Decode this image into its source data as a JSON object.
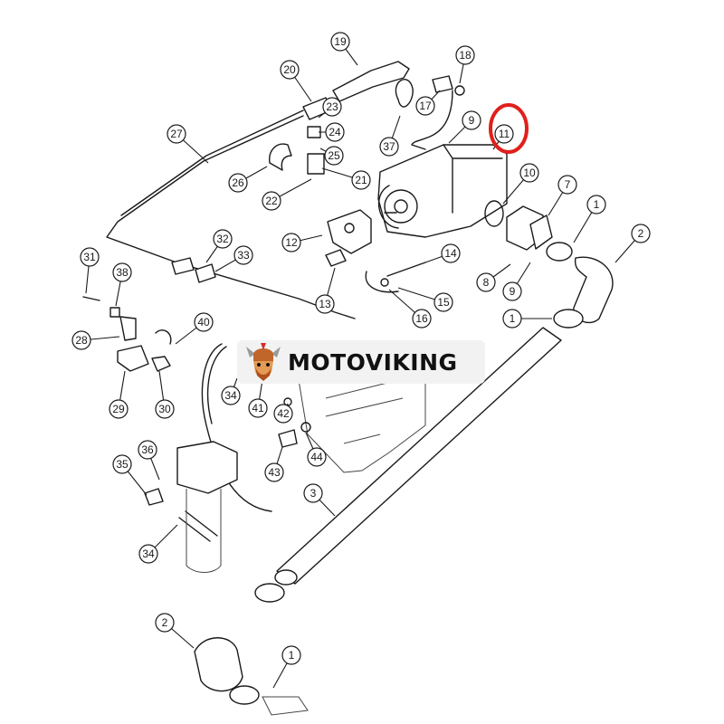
{
  "brand": {
    "name": "MOTOVIKING",
    "colors": {
      "text": "#111111",
      "banner": "#f2f2f2",
      "highlight": "#e0201b"
    }
  },
  "callouts": [
    {
      "label": "19"
    },
    {
      "label": "18"
    },
    {
      "label": "20"
    },
    {
      "label": "17"
    },
    {
      "label": "23"
    },
    {
      "label": "24"
    },
    {
      "label": "37"
    },
    {
      "label": "9"
    },
    {
      "label": "11",
      "highlighted": true
    },
    {
      "label": "27"
    },
    {
      "label": "25"
    },
    {
      "label": "26"
    },
    {
      "label": "21"
    },
    {
      "label": "22"
    },
    {
      "label": "10"
    },
    {
      "label": "7"
    },
    {
      "label": "1"
    },
    {
      "label": "2"
    },
    {
      "label": "32"
    },
    {
      "label": "12"
    },
    {
      "label": "31"
    },
    {
      "label": "33"
    },
    {
      "label": "14"
    },
    {
      "label": "38"
    },
    {
      "label": "8"
    },
    {
      "label": "9"
    },
    {
      "label": "15"
    },
    {
      "label": "13"
    },
    {
      "label": "16"
    },
    {
      "label": "1"
    },
    {
      "label": "40"
    },
    {
      "label": "28"
    },
    {
      "label": "34"
    },
    {
      "label": "41"
    },
    {
      "label": "29"
    },
    {
      "label": "30"
    },
    {
      "label": "42"
    },
    {
      "label": "44"
    },
    {
      "label": "36"
    },
    {
      "label": "35"
    },
    {
      "label": "43"
    },
    {
      "label": "3"
    },
    {
      "label": "34"
    },
    {
      "label": "2"
    },
    {
      "label": "1"
    }
  ]
}
